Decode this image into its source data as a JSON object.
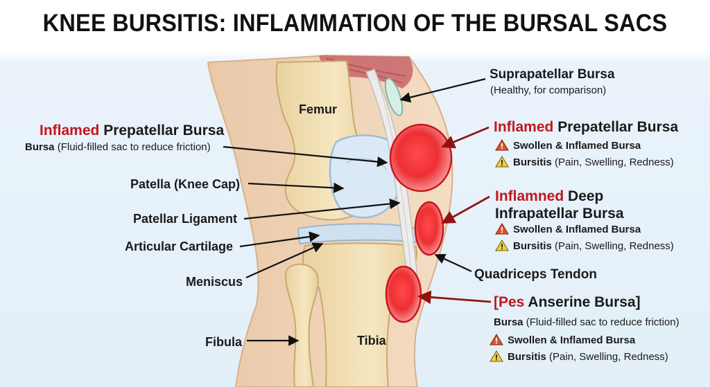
{
  "title": "KNEE BURSITIS: INFLAMMATION OF THE BURSAL SACS",
  "left_labels": {
    "inflamed_word": "Inflamed",
    "prepatellar_name": "Prepatellar Bursa",
    "bursa_word": "Bursa",
    "bursa_desc": "(Fluid-filled sac to reduce friction)",
    "femur": "Femur",
    "patella": "Patella (Knee Cap)",
    "patellar_ligament": "Patellar Ligament",
    "articular_cartilage": "Articular Cartilage",
    "meniscus": "Meniscus",
    "fibula": "Fibula",
    "tibia": "Tibia"
  },
  "right_labels": {
    "suprapatellar_name": "Suprapatellar Bursa",
    "suprapatellar_note": "(Healthy, for comparison)",
    "prepatellar_inflamed_word": "Inflamed",
    "prepatellar_name": "Prepatellar Bursa",
    "deep_inflamed_word": "Inflamned",
    "deep_name_line1": "Deep",
    "deep_name_line2": "Infrapatellar Bursa",
    "quadriceps": "Quadriceps Tendon",
    "pes_bracket_open": "[Pes",
    "pes_name": "Anserine Bursa]",
    "pes_bursa_word": "Bursa",
    "pes_bursa_desc": "(Fluid-filled sac to reduce friction)"
  },
  "symptoms": {
    "swollen": "Swollen & Inflamed Bursa",
    "bursitis_word": "Bursitis",
    "bursitis_desc": "(Pain, Swelling, Redness)"
  },
  "icons": [
    "warning-red-icon",
    "warning-yellow-icon"
  ],
  "colors": {
    "inflamed_red": "#c0171c",
    "arrow_red": "#8e1414",
    "warning_orange": "#e0532a",
    "warning_yellow": "#f3d13a",
    "text": "#1a1a1a"
  }
}
